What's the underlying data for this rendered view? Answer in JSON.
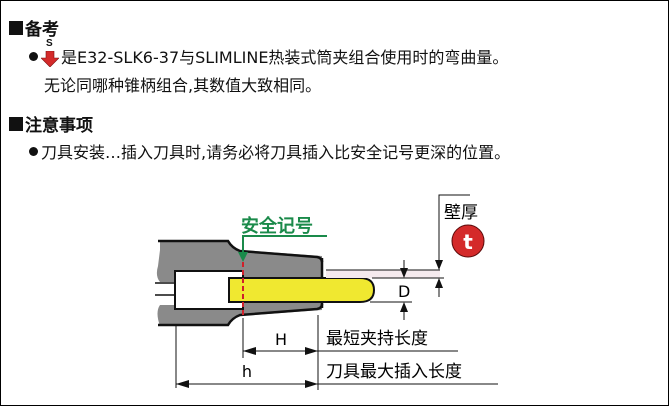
{
  "notes": {
    "title": "备考",
    "line1_icon_label": "S",
    "line1_text": "是E32-SLK6-37与SLIMLINE热装式筒夹组合使用时的弯曲量。",
    "line2_text": "无论同哪种锥柄组合,其数值大致相同。"
  },
  "cautions": {
    "title": "注意事项",
    "line1_text": "刀具安装…插入刀具时,请务必将刀具插入比安全记号更深的位置。"
  },
  "diagram": {
    "safety_mark_label": "安全记号",
    "wall_thickness_label": "壁厚",
    "wall_thickness_symbol": "t",
    "diameter_symbol": "D",
    "min_clamp_symbol": "H",
    "min_clamp_label": "最短夹持长度",
    "max_insert_symbol": "h",
    "max_insert_label": "刀具最大插入长度",
    "colors": {
      "holder": "#8a8a8a",
      "tool": "#f0e830",
      "safety_mark": "#1a8a4a",
      "dashed_line": "#d0202a",
      "t_badge": "#d42a2a",
      "arrow_icon": "#d42a2a"
    }
  }
}
